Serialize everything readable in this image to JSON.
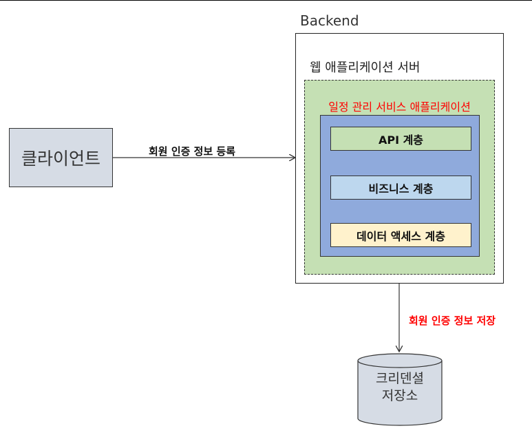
{
  "client": {
    "label": "클라이언트"
  },
  "request_arrow": {
    "label": "회원 인증 정보 등록"
  },
  "backend": {
    "title": "Backend",
    "server_label": "웹 애플리케이션 서버",
    "app_label": "일정 관리 서비스 애플리케이션",
    "layers": [
      {
        "label": "API 계층",
        "color": "#c5e0b4"
      },
      {
        "label": "비즈니스 계층",
        "color": "#bdd7ee"
      },
      {
        "label": "데이터 액세스 계층",
        "color": "#fff2cc"
      }
    ]
  },
  "store_arrow": {
    "label": "회원 인증 정보 저장",
    "color": "#ff0000"
  },
  "datastore": {
    "line1": "크리덴셜",
    "line2": "저장소"
  },
  "colors": {
    "client_fill": "#d6dce5",
    "app_fill": "#c5e0b4",
    "layers_fill": "#8faadc",
    "highlight_text": "#ff0000"
  }
}
